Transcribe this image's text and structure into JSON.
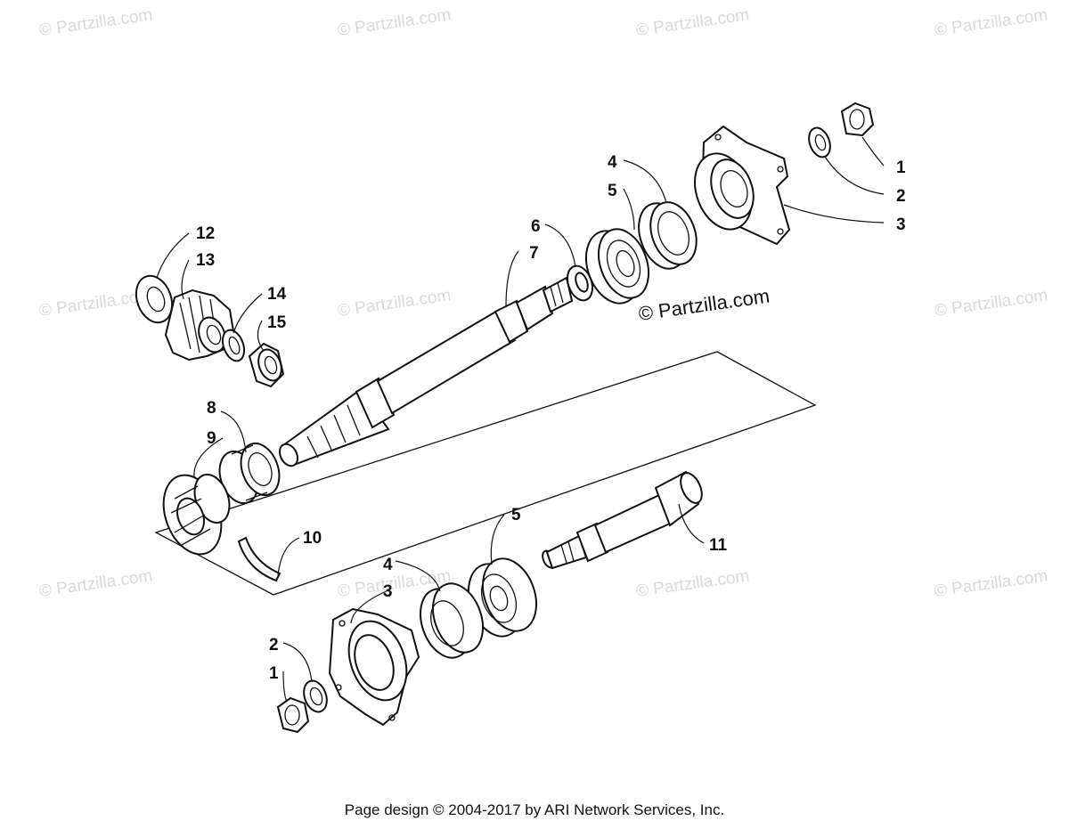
{
  "watermark": "© Partzilla.com",
  "center_watermark": "© Partzilla.com",
  "footer": "Page design © 2004-2017 by ARI Network Services, Inc.",
  "callouts": {
    "c1a": "1",
    "c2a": "2",
    "c3a": "3",
    "c4a": "4",
    "c5a": "5",
    "c6": "6",
    "c7": "7",
    "c8": "8",
    "c9": "9",
    "c10": "10",
    "c11": "11",
    "c12": "12",
    "c13": "13",
    "c14": "14",
    "c15": "15",
    "c5b": "5",
    "c4b": "4",
    "c3b": "3",
    "c2b": "2",
    "c1b": "1"
  }
}
